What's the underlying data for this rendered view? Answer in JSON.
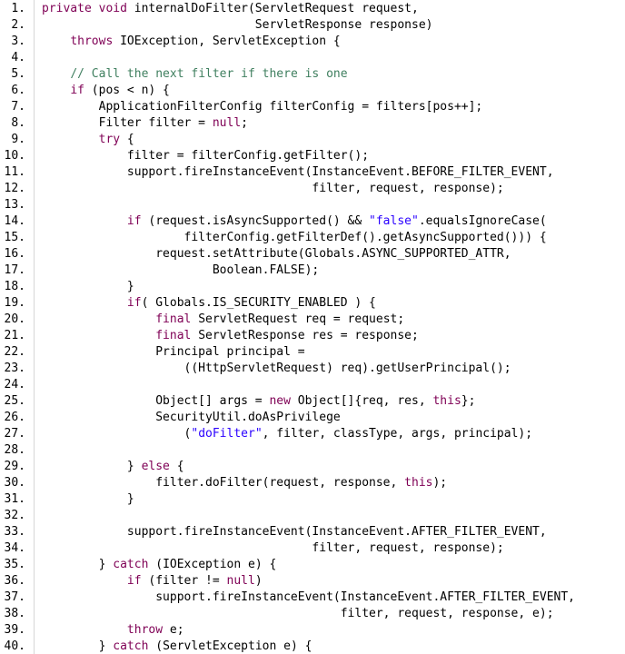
{
  "editor": {
    "lines": [
      {
        "no": "1.",
        "tokens": [
          {
            "t": "private void",
            "k": "kw"
          },
          {
            "t": " internalDoFilter(ServletRequest request,",
            "k": "pl"
          }
        ]
      },
      {
        "no": "2.",
        "tokens": [
          {
            "t": "                              ServletResponse response)",
            "k": "pl"
          }
        ]
      },
      {
        "no": "3.",
        "tokens": [
          {
            "t": "    ",
            "k": "pl"
          },
          {
            "t": "throws",
            "k": "kw"
          },
          {
            "t": " IOException, ServletException {",
            "k": "pl"
          }
        ]
      },
      {
        "no": "4.",
        "tokens": []
      },
      {
        "no": "5.",
        "tokens": [
          {
            "t": "    ",
            "k": "pl"
          },
          {
            "t": "// Call the next filter if there is one",
            "k": "cm"
          }
        ]
      },
      {
        "no": "6.",
        "tokens": [
          {
            "t": "    ",
            "k": "pl"
          },
          {
            "t": "if",
            "k": "kw"
          },
          {
            "t": " (pos < n) {",
            "k": "pl"
          }
        ]
      },
      {
        "no": "7.",
        "tokens": [
          {
            "t": "        ApplicationFilterConfig filterConfig = filters[pos++];",
            "k": "pl"
          }
        ]
      },
      {
        "no": "8.",
        "tokens": [
          {
            "t": "        Filter filter = ",
            "k": "pl"
          },
          {
            "t": "null",
            "k": "kw"
          },
          {
            "t": ";",
            "k": "pl"
          }
        ]
      },
      {
        "no": "9.",
        "tokens": [
          {
            "t": "        ",
            "k": "pl"
          },
          {
            "t": "try",
            "k": "kw"
          },
          {
            "t": " {",
            "k": "pl"
          }
        ]
      },
      {
        "no": "10.",
        "tokens": [
          {
            "t": "            filter = filterConfig.getFilter();",
            "k": "pl"
          }
        ]
      },
      {
        "no": "11.",
        "tokens": [
          {
            "t": "            support.fireInstanceEvent(InstanceEvent.BEFORE_FILTER_EVENT,",
            "k": "pl"
          }
        ]
      },
      {
        "no": "12.",
        "tokens": [
          {
            "t": "                                      filter, request, response);",
            "k": "pl"
          }
        ]
      },
      {
        "no": "13.",
        "tokens": []
      },
      {
        "no": "14.",
        "tokens": [
          {
            "t": "            ",
            "k": "pl"
          },
          {
            "t": "if",
            "k": "kw"
          },
          {
            "t": " (request.isAsyncSupported() && ",
            "k": "pl"
          },
          {
            "t": "\"false\"",
            "k": "str"
          },
          {
            "t": ".equalsIgnoreCase(",
            "k": "pl"
          }
        ]
      },
      {
        "no": "15.",
        "tokens": [
          {
            "t": "                    filterConfig.getFilterDef().getAsyncSupported())) {",
            "k": "pl"
          }
        ]
      },
      {
        "no": "16.",
        "tokens": [
          {
            "t": "                request.setAttribute(Globals.ASYNC_SUPPORTED_ATTR,",
            "k": "pl"
          }
        ]
      },
      {
        "no": "17.",
        "tokens": [
          {
            "t": "                        Boolean.FALSE);",
            "k": "pl"
          }
        ]
      },
      {
        "no": "18.",
        "tokens": [
          {
            "t": "            }",
            "k": "pl"
          }
        ]
      },
      {
        "no": "19.",
        "tokens": [
          {
            "t": "            ",
            "k": "pl"
          },
          {
            "t": "if",
            "k": "kw"
          },
          {
            "t": "( Globals.IS_SECURITY_ENABLED ) {",
            "k": "pl"
          }
        ]
      },
      {
        "no": "20.",
        "tokens": [
          {
            "t": "                ",
            "k": "pl"
          },
          {
            "t": "final",
            "k": "kw"
          },
          {
            "t": " ServletRequest req = request;",
            "k": "pl"
          }
        ]
      },
      {
        "no": "21.",
        "tokens": [
          {
            "t": "                ",
            "k": "pl"
          },
          {
            "t": "final",
            "k": "kw"
          },
          {
            "t": " ServletResponse res = response;",
            "k": "pl"
          }
        ]
      },
      {
        "no": "22.",
        "tokens": [
          {
            "t": "                Principal principal =",
            "k": "pl"
          }
        ]
      },
      {
        "no": "23.",
        "tokens": [
          {
            "t": "                    ((HttpServletRequest) req).getUserPrincipal();",
            "k": "pl"
          }
        ]
      },
      {
        "no": "24.",
        "tokens": []
      },
      {
        "no": "25.",
        "tokens": [
          {
            "t": "                Object[] args = ",
            "k": "pl"
          },
          {
            "t": "new",
            "k": "kw"
          },
          {
            "t": " Object[]{req, res, ",
            "k": "pl"
          },
          {
            "t": "this",
            "k": "kw"
          },
          {
            "t": "};",
            "k": "pl"
          }
        ]
      },
      {
        "no": "26.",
        "tokens": [
          {
            "t": "                SecurityUtil.doAsPrivilege",
            "k": "pl"
          }
        ]
      },
      {
        "no": "27.",
        "tokens": [
          {
            "t": "                    (",
            "k": "pl"
          },
          {
            "t": "\"doFilter\"",
            "k": "str"
          },
          {
            "t": ", filter, classType, args, principal);",
            "k": "pl"
          }
        ]
      },
      {
        "no": "28.",
        "tokens": []
      },
      {
        "no": "29.",
        "tokens": [
          {
            "t": "            } ",
            "k": "pl"
          },
          {
            "t": "else",
            "k": "kw"
          },
          {
            "t": " {",
            "k": "pl"
          }
        ]
      },
      {
        "no": "30.",
        "tokens": [
          {
            "t": "                filter.doFilter(request, response, ",
            "k": "pl"
          },
          {
            "t": "this",
            "k": "kw"
          },
          {
            "t": ");",
            "k": "pl"
          }
        ]
      },
      {
        "no": "31.",
        "tokens": [
          {
            "t": "            }",
            "k": "pl"
          }
        ]
      },
      {
        "no": "32.",
        "tokens": []
      },
      {
        "no": "33.",
        "tokens": [
          {
            "t": "            support.fireInstanceEvent(InstanceEvent.AFTER_FILTER_EVENT,",
            "k": "pl"
          }
        ]
      },
      {
        "no": "34.",
        "tokens": [
          {
            "t": "                                      filter, request, response);",
            "k": "pl"
          }
        ]
      },
      {
        "no": "35.",
        "tokens": [
          {
            "t": "        } ",
            "k": "pl"
          },
          {
            "t": "catch",
            "k": "kw"
          },
          {
            "t": " (IOException e) {",
            "k": "pl"
          }
        ]
      },
      {
        "no": "36.",
        "tokens": [
          {
            "t": "            ",
            "k": "pl"
          },
          {
            "t": "if",
            "k": "kw"
          },
          {
            "t": " (filter != ",
            "k": "pl"
          },
          {
            "t": "null",
            "k": "kw"
          },
          {
            "t": ")",
            "k": "pl"
          }
        ]
      },
      {
        "no": "37.",
        "tokens": [
          {
            "t": "                support.fireInstanceEvent(InstanceEvent.AFTER_FILTER_EVENT,",
            "k": "pl"
          }
        ]
      },
      {
        "no": "38.",
        "tokens": [
          {
            "t": "                                          filter, request, response, e);",
            "k": "pl"
          }
        ]
      },
      {
        "no": "39.",
        "tokens": [
          {
            "t": "            ",
            "k": "pl"
          },
          {
            "t": "throw",
            "k": "kw"
          },
          {
            "t": " e;",
            "k": "pl"
          }
        ]
      },
      {
        "no": "40.",
        "tokens": [
          {
            "t": "        } ",
            "k": "pl"
          },
          {
            "t": "catch",
            "k": "kw"
          },
          {
            "t": " (ServletException e) {",
            "k": "pl"
          }
        ]
      }
    ]
  },
  "colors": {
    "keyword": "#7f0055",
    "string": "#2a00ff",
    "comment": "#3f7f5f",
    "plain": "#000000",
    "gutter_rule": "#d6d6d6",
    "background": "#ffffff"
  }
}
